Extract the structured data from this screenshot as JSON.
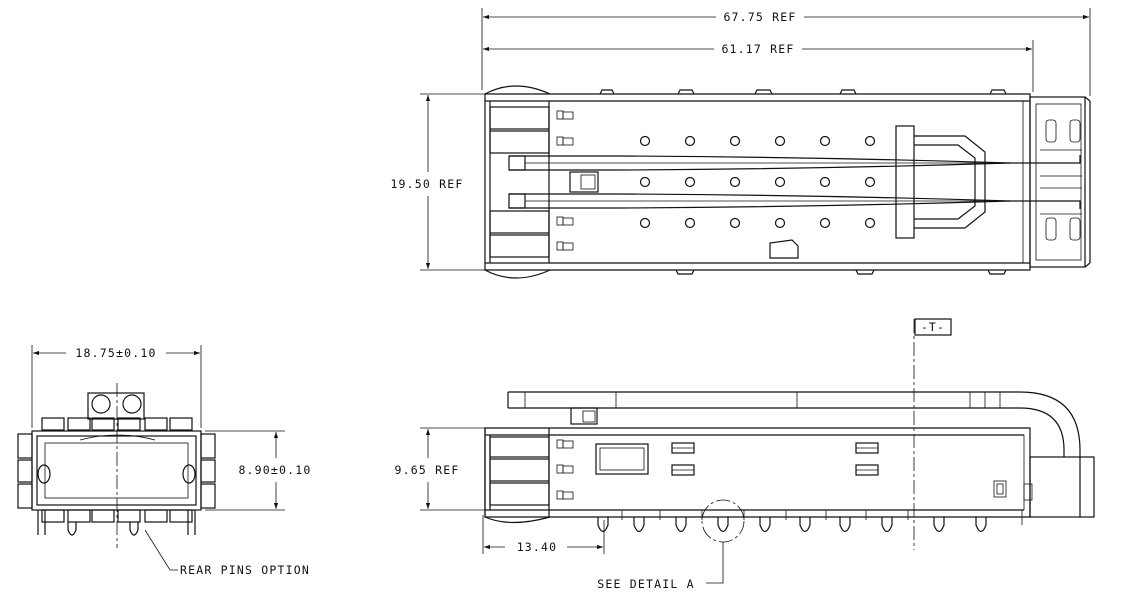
{
  "top_view": {
    "overall_length": "67.75 REF",
    "body_length": "61.17 REF",
    "height": "19.50 REF"
  },
  "end_view": {
    "width": "18.75±0.10",
    "height": "8.90±0.10",
    "note": "REAR PINS OPTION"
  },
  "side_view": {
    "height": "9.65 REF",
    "pin_offset": "13.40",
    "datum": "-T-",
    "detail_callout": "SEE DETAIL  A"
  }
}
